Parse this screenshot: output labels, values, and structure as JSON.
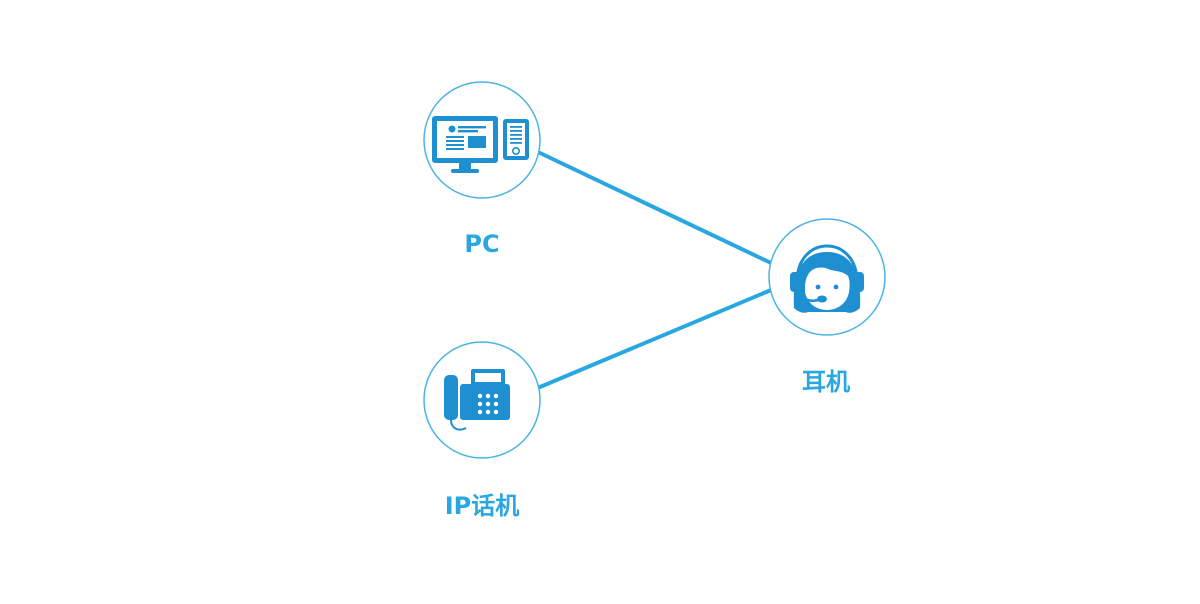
{
  "diagram": {
    "colors": {
      "accent": "#2aa7e1",
      "icon": "#1e8fd0",
      "circle_stroke": "#4ab3e6",
      "background": "#ffffff"
    },
    "nodes": {
      "pc": {
        "label": "PC",
        "icon": "desktop-computer-icon"
      },
      "headset": {
        "label": "耳机",
        "icon": "headset-agent-icon"
      },
      "ip_phone": {
        "label": "IP话机",
        "icon": "desk-phone-icon"
      }
    },
    "edges": [
      {
        "from": "pc",
        "to": "headset"
      },
      {
        "from": "ip_phone",
        "to": "headset"
      }
    ]
  }
}
